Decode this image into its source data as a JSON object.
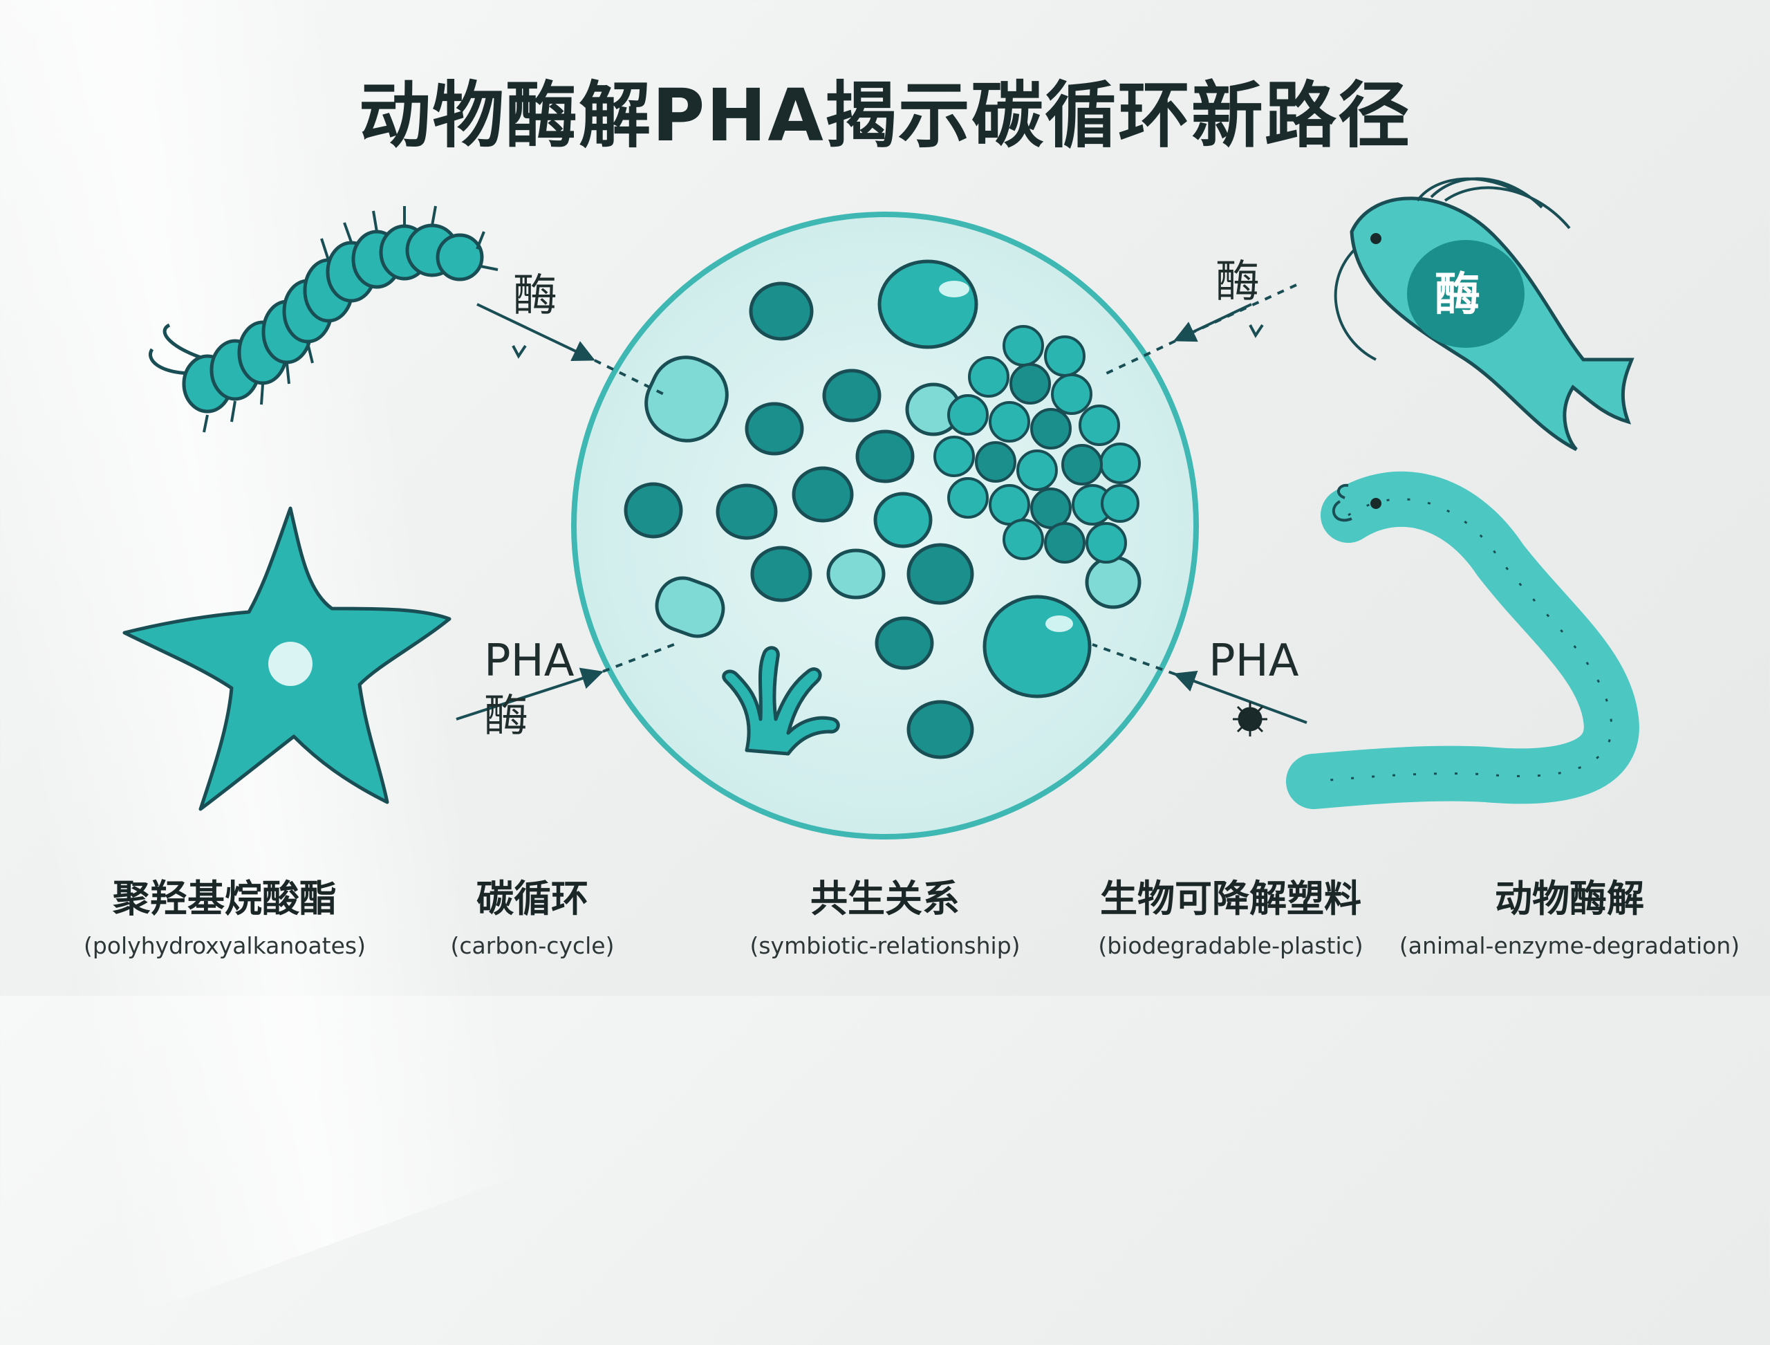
{
  "title": "动物酶解PHA揭示碳循环新路径",
  "labels": {
    "top_left": "酶",
    "top_right": "酶",
    "bottom_left_line1": "PHA",
    "bottom_left_line2": "酶",
    "bottom_right": "PHA",
    "fish_badge": "酶"
  },
  "captions": [
    {
      "cn": "聚羟基烷酸酯",
      "en": "(polyhydroxyalkanoates)"
    },
    {
      "cn": "碳循环",
      "en": "(carbon-cycle)"
    },
    {
      "cn": "共生关系",
      "en": "(symbiotic-relationship)"
    },
    {
      "cn": "生物可降解塑料",
      "en": "(biodegradable-plastic)"
    },
    {
      "cn": "动物酶解",
      "en": "(animal-enzyme-degradation)"
    }
  ],
  "colors": {
    "teal_dark": "#1b8f8c",
    "teal_mid": "#2bb5b0",
    "teal_light": "#7fd9d4",
    "outline": "#1a4e55",
    "circle_fill": "#d6efef"
  }
}
